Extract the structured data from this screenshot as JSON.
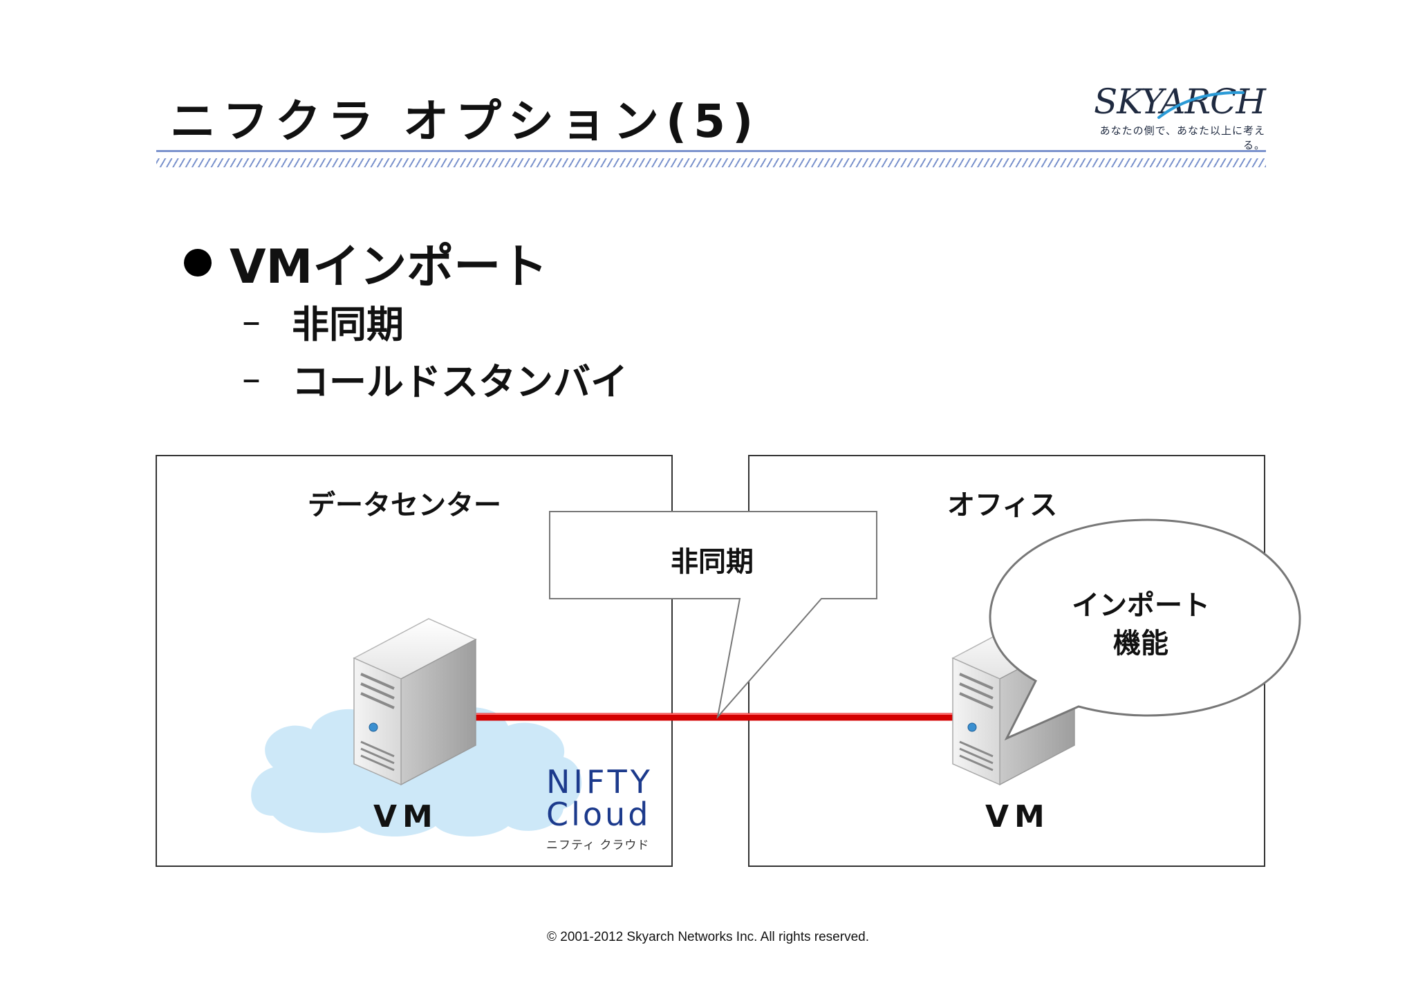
{
  "header": {
    "title": "ニフクラ オプション(5)",
    "logo_wordmark": "SKYARCH",
    "logo_tagline": "あなたの側で、あなた以上に考える。",
    "rule_color": "#7a92cc"
  },
  "bullets": {
    "main": "VMインポート",
    "sub_dash": "–",
    "sub": [
      "非同期",
      "コールドスタンバイ"
    ]
  },
  "diagram": {
    "datacenter_label": "データセンター",
    "office_label": "オフィス",
    "vm_label_datacenter": "VM",
    "vm_label_office": "VM",
    "callout_async": "非同期",
    "callout_import_line1": "インポート",
    "callout_import_line2": "機能",
    "link_color": "#d40000",
    "cloud_color": "#cde8f8",
    "nifty_line1": "NIFTY",
    "nifty_line2": "Cloud",
    "nifty_sub": "ニフティ クラウド",
    "nifty_color": "#1c3a8c"
  },
  "footer": {
    "copyright": "© 2001-2012 Skyarch Networks Inc. All rights reserved."
  }
}
